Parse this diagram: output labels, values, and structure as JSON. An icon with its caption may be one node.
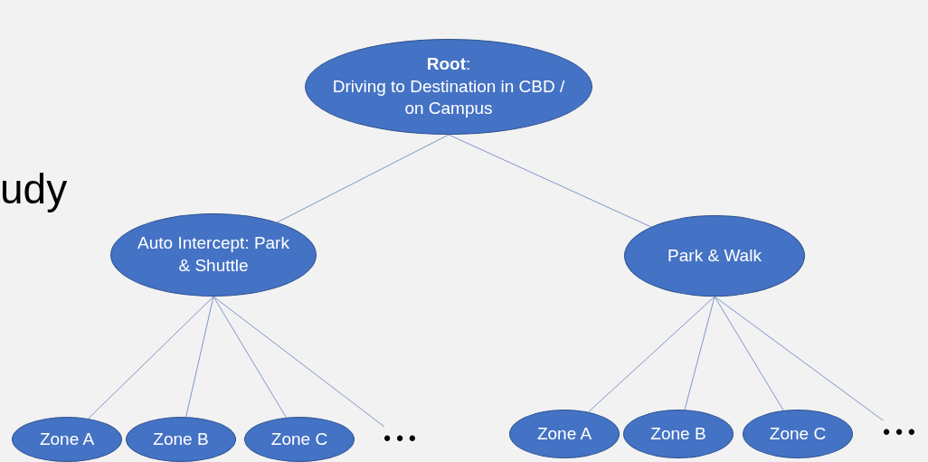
{
  "diagram": {
    "nodes": [
      {
        "text": [
          "**Root**:",
          "Driving to Destination in CBD / on Campus"
        ]
      },
      {
        "text": [
          "Auto Intercept: Park & Shuttle"
        ]
      },
      {
        "text": [
          "Park & Walk"
        ]
      },
      {
        "text": [
          "Zone A"
        ]
      },
      {
        "text": [
          "Zone B"
        ]
      },
      {
        "text": [
          "Zone C"
        ]
      },
      {
        "text": [
          "• • •"
        ]
      },
      {
        "text": [
          "Zone A"
        ]
      },
      {
        "text": [
          "Zone B"
        ]
      },
      {
        "text": [
          "Zone C"
        ]
      },
      {
        "text": [
          "• • •"
        ]
      }
    ],
    "edges": [
      {
        "from": 0,
        "to": 1,
        "arrow": "none"
      },
      {
        "from": 0,
        "to": 2,
        "arrow": "none"
      },
      {
        "from": 1,
        "to": 3,
        "arrow": "none"
      },
      {
        "from": 1,
        "to": 4,
        "arrow": "none"
      },
      {
        "from": 1,
        "to": 5,
        "arrow": "none"
      },
      {
        "from": 1,
        "to": 6,
        "arrow": "none"
      },
      {
        "from": 2,
        "to": 7,
        "arrow": "none"
      },
      {
        "from": 2,
        "to": 8,
        "arrow": "none"
      },
      {
        "from": 2,
        "to": 9,
        "arrow": "none"
      },
      {
        "from": 2,
        "to": 10,
        "arrow": "none"
      }
    ],
    "labels": [
      "udy"
    ]
  }
}
